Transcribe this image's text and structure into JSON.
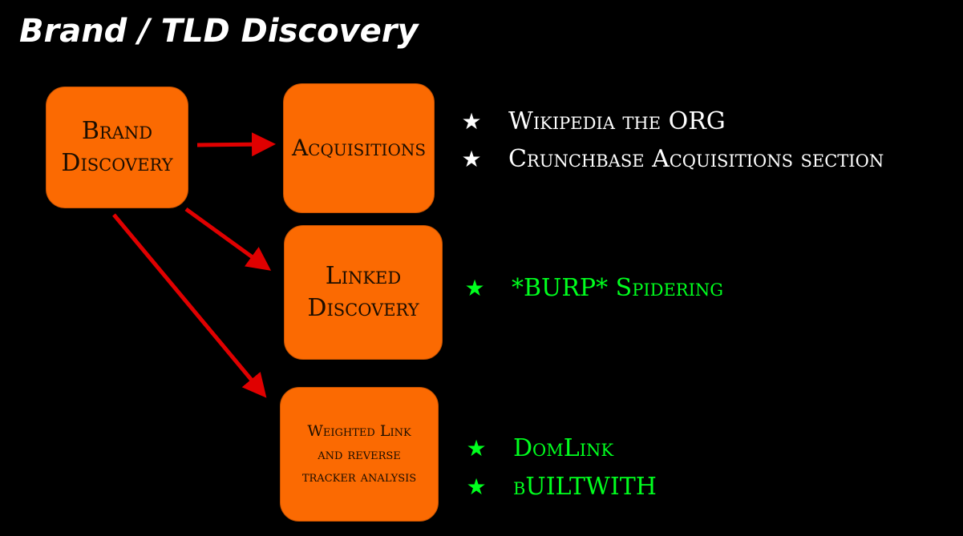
{
  "slide": {
    "title": "Brand / TLD Discovery"
  },
  "boxes": {
    "brand": {
      "line1": "Brand",
      "line2": "Discovery"
    },
    "acquisitions": {
      "line1": "Acquisitions"
    },
    "linked": {
      "line1": "Linked",
      "line2": "Discovery"
    },
    "weighted": {
      "line1": "Weighted Link",
      "line2": "and reverse",
      "line3": "tracker analysis"
    }
  },
  "bullets": {
    "acquisitions": [
      {
        "text": "Wikipedia the ORG"
      },
      {
        "text": "Crunchbase Acquisitions section"
      }
    ],
    "linked": [
      {
        "text": "*BURP* Spidering"
      }
    ],
    "weighted": [
      {
        "text": "DomLink"
      },
      {
        "text": "bUILTWITH"
      }
    ]
  },
  "colors": {
    "background": "#000000",
    "box_fill": "#fb6a02",
    "arrow": "#e00000",
    "bullet_white": "#ffffff",
    "bullet_green": "#00ff1e"
  },
  "icons": {
    "star": "★"
  }
}
